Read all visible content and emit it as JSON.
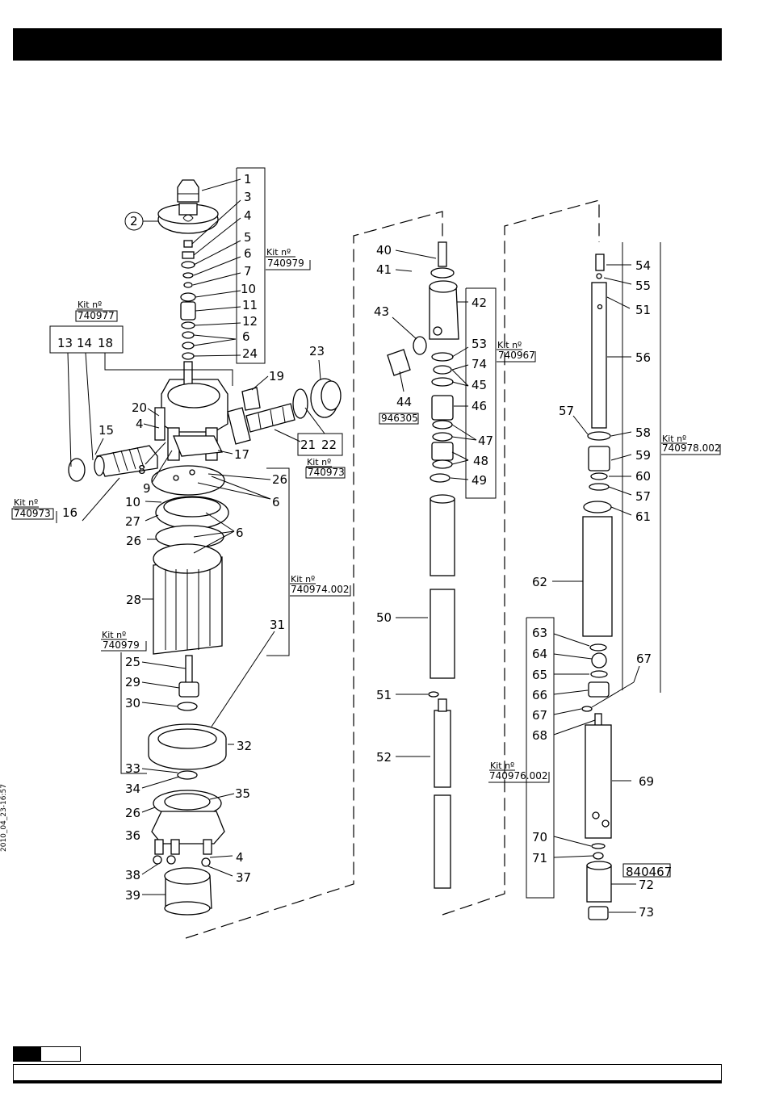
{
  "timestamp": "2010_04_23-16:57",
  "part_labels": [
    "1",
    "2",
    "3",
    "4",
    "5",
    "6",
    "7",
    "10",
    "11",
    "12",
    "6",
    "24",
    "13",
    "14",
    "18",
    "15",
    "16",
    "20",
    "4",
    "8",
    "9",
    "23",
    "19",
    "21",
    "22",
    "17",
    "26",
    "6",
    "10",
    "27",
    "6",
    "26",
    "28",
    "31",
    "25",
    "29",
    "30",
    "32",
    "33",
    "34",
    "35",
    "26",
    "36",
    "4",
    "38",
    "37",
    "39",
    "40",
    "41",
    "42",
    "43",
    "53",
    "74",
    "45",
    "44",
    "46",
    "47",
    "48",
    "49",
    "50",
    "51",
    "52",
    "54",
    "55",
    "51",
    "56",
    "57",
    "58",
    "59",
    "60",
    "57",
    "61",
    "62",
    "63",
    "64",
    "65",
    "66",
    "67",
    "67",
    "68",
    "69",
    "70",
    "71",
    "72",
    "73"
  ],
  "kits": {
    "kit_label": "Kit nº",
    "k740979_top": "740979",
    "k740977": "740977",
    "k740973_left": "740973",
    "k740973_right": "740973",
    "k740974": "740974.002",
    "k740979_low": "740979",
    "k946305": "946305",
    "k740967": "740967",
    "k740978": "740978.002",
    "k740976": "740976.002",
    "k840467": "840467"
  }
}
